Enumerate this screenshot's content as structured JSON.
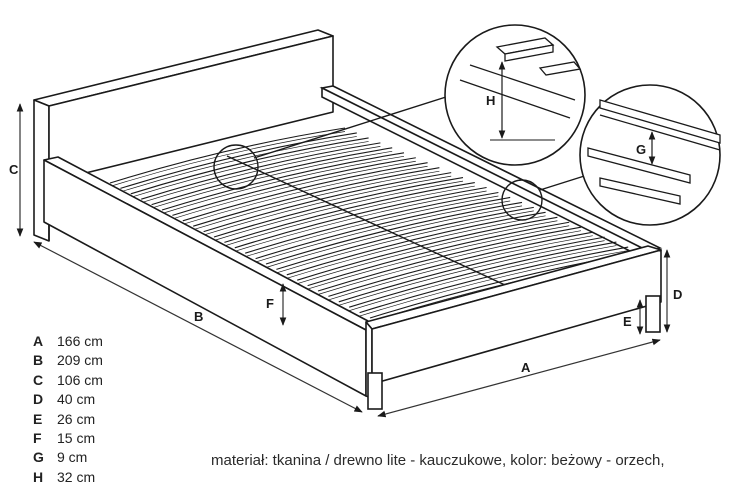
{
  "dimension_labels": {
    "A": "A",
    "B": "B",
    "C": "C",
    "D": "D",
    "E": "E",
    "F": "F",
    "G": "G",
    "H": "H"
  },
  "legend": [
    {
      "letter": "A",
      "value": "166 cm"
    },
    {
      "letter": "B",
      "value": "209 cm"
    },
    {
      "letter": "C",
      "value": "106 cm"
    },
    {
      "letter": "D",
      "value": "40 cm"
    },
    {
      "letter": "E",
      "value": "26 cm"
    },
    {
      "letter": "F",
      "value": "15 cm"
    },
    {
      "letter": "G",
      "value": "9 cm"
    },
    {
      "letter": "H",
      "value": "32 cm"
    }
  ],
  "material_text": "materiał: tkanina / drewno lite - kauczukowe, kolor: beżowy - orzech,",
  "colors": {
    "line": "#1a1a1a",
    "dim_line": "#333333",
    "text": "#222222"
  }
}
